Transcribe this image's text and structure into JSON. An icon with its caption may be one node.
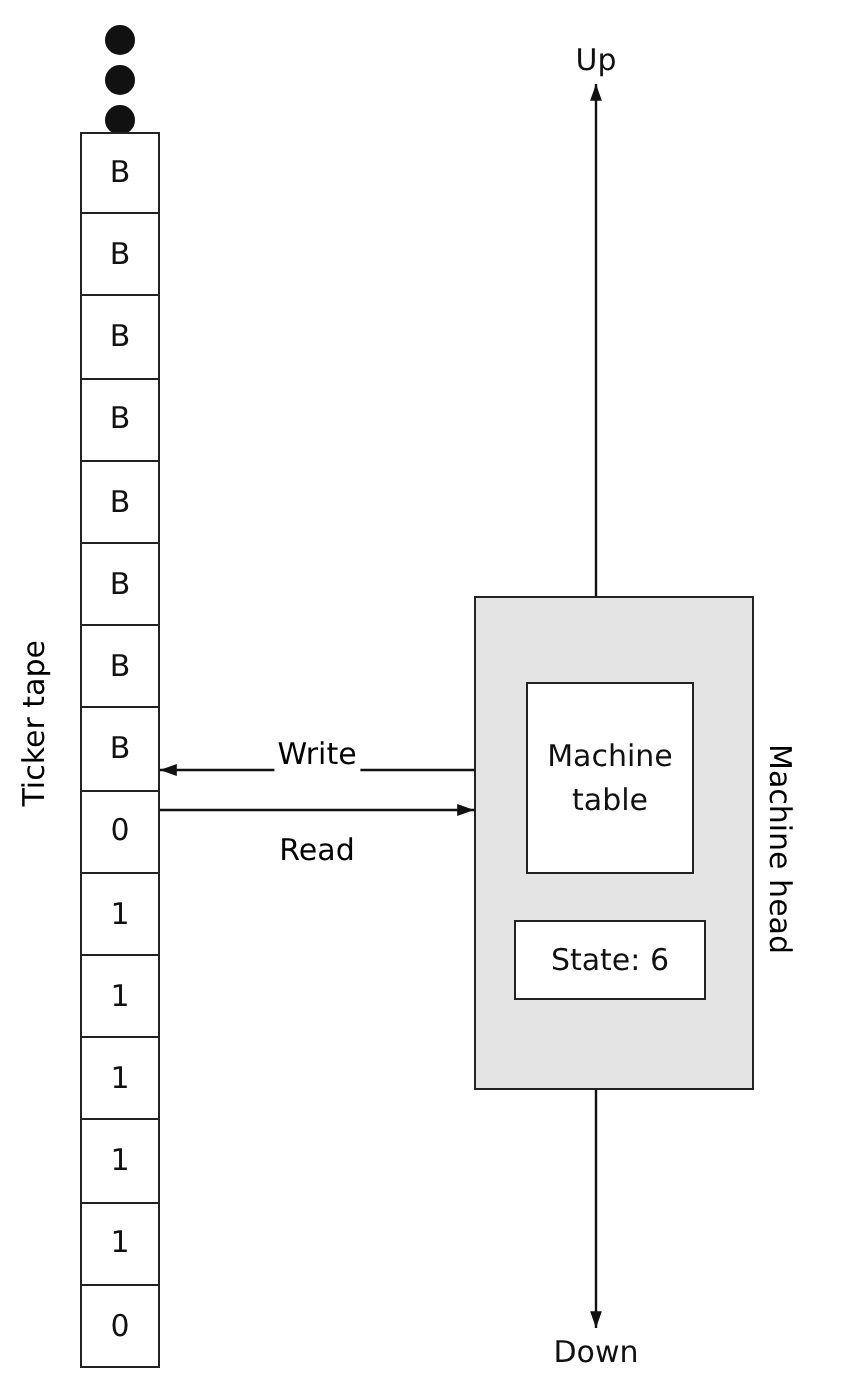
{
  "diagram": {
    "nodes": [
      {
        "text": [
          "B"
        ]
      },
      {
        "text": [
          "B"
        ]
      },
      {
        "text": [
          "B"
        ]
      },
      {
        "text": [
          "B"
        ]
      },
      {
        "text": [
          "B"
        ]
      },
      {
        "text": [
          "B"
        ]
      },
      {
        "text": [
          "B"
        ]
      },
      {
        "text": [
          "B"
        ]
      },
      {
        "text": [
          "0"
        ]
      },
      {
        "text": [
          "1"
        ]
      },
      {
        "text": [
          "1"
        ]
      },
      {
        "text": [
          "1"
        ]
      },
      {
        "text": [
          "1"
        ]
      },
      {
        "text": [
          "1"
        ]
      },
      {
        "text": [
          "0"
        ]
      },
      {
        "text": [
          "Machine head"
        ]
      },
      {
        "text": [
          "Machine table"
        ],
        "in": 15
      },
      {
        "text": [
          "State: 6"
        ],
        "in": 15
      },
      {
        "text": [
          "Up"
        ]
      },
      {
        "text": [
          "Down"
        ]
      }
    ],
    "edges": [
      {
        "from": 15,
        "to": 18,
        "arrow": "to"
      },
      {
        "from": 15,
        "to": 8,
        "label": "Write",
        "arrow": "to"
      },
      {
        "from": 8,
        "to": 15,
        "label": "Read",
        "arrow": "to"
      },
      {
        "from": 15,
        "to": 19,
        "arrow": "to"
      }
    ],
    "labels": [
      "Ticker tape"
    ]
  }
}
